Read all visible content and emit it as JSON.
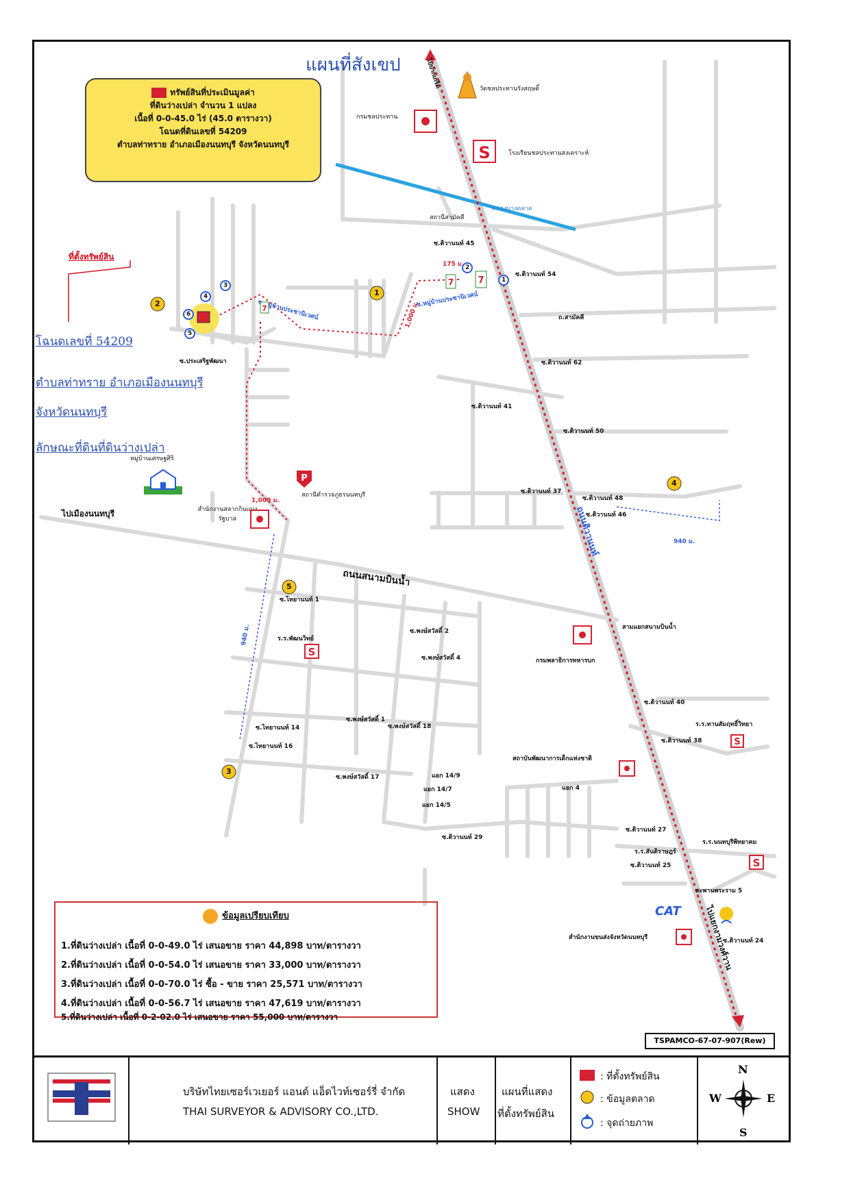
{
  "title_box": {
    "line1": "ทรัพย์สินที่ประเมินมูลค่า",
    "line2": "ที่ดินว่างเปล่า จำนวน 1 แปลง",
    "line3": "เนื้อที่ 0-0-45.0 ไร่ (45.0 ตารางวา)",
    "line4": "โฉนดที่ดินเลขที่ 54209",
    "line5": "ตำบลท่าทราย อำเภอเมืองนนทบุรี จังหวัดนนทบุรี"
  },
  "handwriting": {
    "top_title": "แผนที่สังเขป",
    "line1": "โฉนดเลขที่ 54209",
    "line2": "ตำบลท่าทราย อำเภอเมืองนนทบุรี",
    "line3": "จังหวัดนนทบุรี",
    "line4": "ลักษณะที่ดินที่ดินว่างเปล่า"
  },
  "subject_label": "ที่ตั้งทรัพย์สิน",
  "map_labels": {
    "wat": "วัดชลประทานรังสฤษดิ์",
    "irrigation_dept": "กรมชลประทาน",
    "school_chon": "โรงเรียนชลประทานสงเคราะห์",
    "canal": "คลองบางตลาด",
    "station": "สถานีสามัคคี",
    "soi45": "ซ.ติวานนท์ 45",
    "soi54": "ซ.ติวานนท์ 54",
    "dist175": "175 ม.",
    "soi_prasert": "ซ.ประเสริฐพัฒนา",
    "village_road": "ซ.หมู่บ้านประชานิเวศน์",
    "village_road2": "ซ.หมู่บ้านประชานิเวศน์",
    "samakkhi": "ถ.สามัคคี",
    "soi62": "ซ.ติวานนท์ 62",
    "soi41": "ซ.ติวานนท์ 41",
    "soi50": "ซ.ติวานนท์ 50",
    "soi37": "ซ.ติวานนท์ 37",
    "soi48": "ซ.ติวานนท์ 48",
    "soi46": "ซ.ติวานนท์ 46",
    "dist940b": "940 ม.",
    "police": "สถานีตำรวจภูธรนนทบุรี",
    "village_resort": "หมู่บ้านเศรษฐศิริ",
    "lottery": "สำนักงานสลากกินแบ่งรัฐบาล",
    "dist1000": "1,000 ม.",
    "dist1000b": "1,000 ม.",
    "to_nonthaburi": "ไปเมืองนนทบุรี",
    "to_pakkret": "ไปปากเกร็ด",
    "to_ngamwongwan": "ไปแยกงามวงศ์วาน",
    "sanambinnam_rd": "ถนนสนามบินน้ำ",
    "tiwanon_rd": "ถนนติวานนท์",
    "junction": "สามแยกสนามบินน้ำ",
    "ordnance": "กรมพลาธิการทหารบก",
    "school_phanit": "ร.ร.พัฒนวิทย์",
    "soi40": "ซ.ติวานนท์ 40",
    "soi38": "ซ.ติวานนท์ 38",
    "school_thahan": "ร.ร.ทานสัมฤทธิ์วิทยา",
    "institute": "สถาบันพัฒนาการเด็กแห่งชาติ",
    "soi27": "ซ.ติวานนท์ 27",
    "soi25": "ซ.ติวานนท์ 25",
    "soi29": "ซ.ติวานนท์ 29",
    "soi24": "ซ.ติวานนท์ 24",
    "school_nonth": "ร.ร.นนทบุรีพิทยาคม",
    "school_santi": "ร.ร.สันติราษฎร์",
    "cat": "CAT",
    "rama5": "สะพานพระราม 5",
    "post_office": "สำนักงานขนส่งจังหวัดนนทบุรี",
    "soi_pong1": "ซ.พงษ์สวัสดิ์ 2",
    "soi_pong4": "ซ.พงษ์สวัสดิ์ 4",
    "soi_pong17": "ซ.พงษ์สวัสดิ์ 17",
    "soi_pong1b": "ซ.พงษ์สวัสดิ์ 1",
    "soi_pong18": "ซ.พงษ์สวัสดิ์ 18",
    "soi_thai1": "ซ.ไทยานนท์ 1",
    "soi_thai14": "ซ.ไทยานนท์ 14",
    "soi_thai16": "ซ.ไทยานนท์ 16",
    "dist940": "940 ม.",
    "yaek4": "แยก 4",
    "yaek14_9": "แยก 14/9",
    "yaek14_7": "แยก 14/7",
    "yaek14_5": "แยก 14/5"
  },
  "comparison": {
    "header": "ข้อมูลเปรียบเทียบ",
    "items": [
      "1.ที่ดินว่างเปล่า เนื้อที่ 0-0-49.0 ไร่ เสนอขาย ราคา 44,898 บาท/ตารางวา",
      "2.ที่ดินว่างเปล่า เนื้อที่ 0-0-54.0 ไร่ เสนอขาย ราคา 33,000 บาท/ตารางวา",
      "3.ที่ดินว่างเปล่า เนื้อที่ 0-0-70.0 ไร่ ซื้อ - ขาย ราคา 25,571 บาท/ตารางวา",
      "4.ที่ดินว่างเปล่า เนื้อที่ 0-0-56.7 ไร่ เสนอขาย ราคา 47,619 บาท/ตารางวา",
      "5.ที่ดินว่างเปล่า เนื้อที่ 0-2-02.0 ไร่ เสนอขาย ราคา 55,000 บาท/ตารางวา"
    ]
  },
  "ref_code": "TSPAMCO-67-07-907(Rew)",
  "footer": {
    "company_th": "บริษัทไทยเซอร์เวเยอร์ แอนด์ แอ็ดไวท์เซอร์รี่ จำกัด",
    "company_en": "THAI SURVEYOR & ADVISORY CO.,LTD.",
    "show_th": "แสดง",
    "show_en": "SHOW",
    "map_th1": "แผนที่แสดง",
    "map_th2": "ที่ตั้งทรัพย์สิน",
    "legend_subject": ": ที่ตั้งทรัพย์สิน",
    "legend_market": ": ข้อมูลตลาด",
    "legend_photo": ": จุดถ่ายภาพ",
    "compass": {
      "n": "N",
      "s": "S",
      "e": "E",
      "w": "W"
    }
  },
  "markers": {
    "m1": "1",
    "m2": "2",
    "m3": "3",
    "m4": "4",
    "m5": "5",
    "p1": "1",
    "p2": "2",
    "p3": "3",
    "p4": "4",
    "p5": "5",
    "p6": "6"
  },
  "colors": {
    "subject": "#d42030",
    "market": "#f5c518",
    "photo": "#2a5bd7",
    "road": "#d8d8d8",
    "route": "#d42030",
    "canal": "#2aa3e0"
  }
}
